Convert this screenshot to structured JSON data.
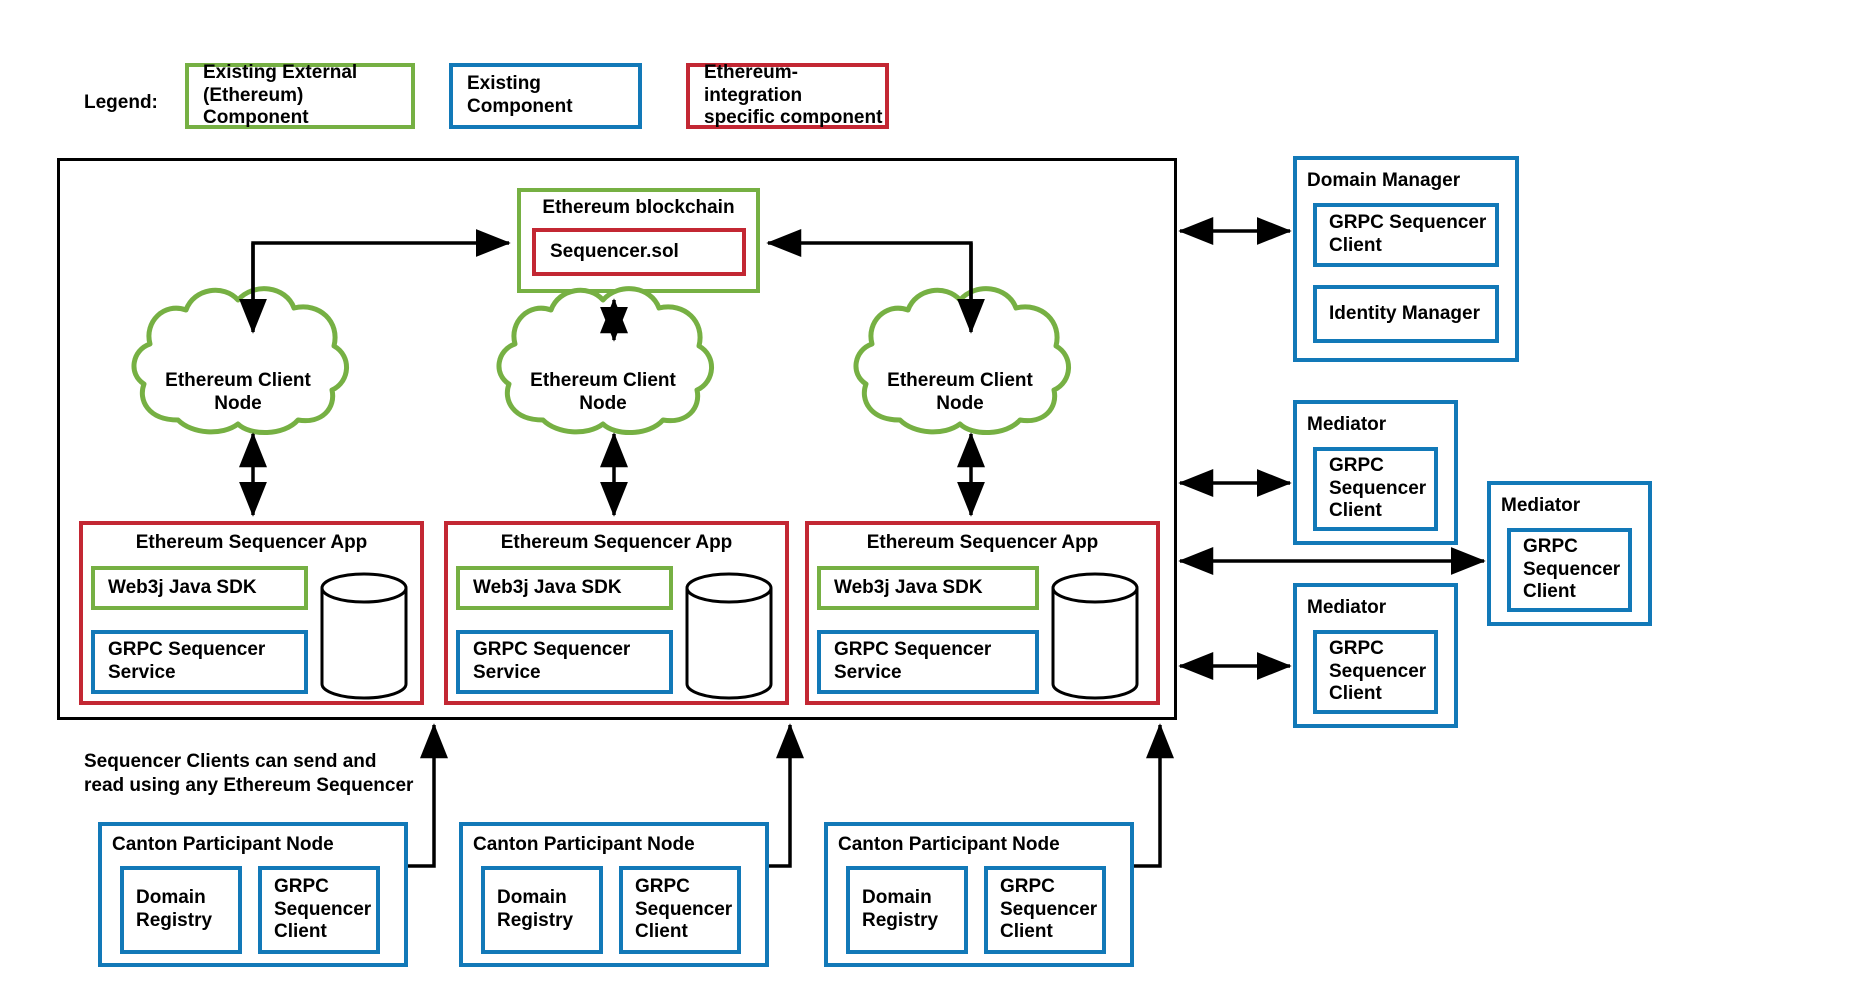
{
  "legend": {
    "label": "Legend:",
    "items": [
      {
        "text": "Existing External\n(Ethereum) Component",
        "color": "#76b043",
        "name": "legend-existing-external"
      },
      {
        "text": "Existing Component",
        "color": "#1279b8",
        "name": "legend-existing-component"
      },
      {
        "text": "Ethereum-integration\nspecific component",
        "color": "#c32733",
        "name": "legend-ethereum-specific"
      }
    ]
  },
  "blockchain": {
    "title": "Ethereum blockchain",
    "contract": "Sequencer.sol"
  },
  "clouds": [
    {
      "label": "Ethereum Client\nNode"
    },
    {
      "label": "Ethereum Client\nNode"
    },
    {
      "label": "Ethereum Client\nNode"
    }
  ],
  "sequencer_apps": [
    {
      "title": "Ethereum Sequencer App",
      "sdk": "Web3j Java SDK",
      "service": "GRPC Sequencer\nService",
      "db": "database-cylinder"
    },
    {
      "title": "Ethereum Sequencer App",
      "sdk": "Web3j Java SDK",
      "service": "GRPC Sequencer\nService",
      "db": "database-cylinder"
    },
    {
      "title": "Ethereum Sequencer App",
      "sdk": "Web3j Java SDK",
      "service": "GRPC Sequencer\nService",
      "db": "database-cylinder"
    }
  ],
  "domain_manager": {
    "title": "Domain Manager",
    "grpc_client": "GRPC Sequencer\nClient",
    "identity_manager": "Identity Manager"
  },
  "mediators": [
    {
      "title": "Mediator",
      "grpc_client": "GRPC\nSequencer\nClient"
    },
    {
      "title": "Mediator",
      "grpc_client": "GRPC\nSequencer\nClient"
    },
    {
      "title": "Mediator",
      "grpc_client": "GRPC\nSequencer\nClient"
    }
  ],
  "caption": "Sequencer Clients can send and\nread using any Ethereum Sequencer",
  "participants": [
    {
      "title": "Canton Participant Node",
      "registry": "Domain\nRegistry",
      "grpc_client": "GRPC\nSequencer\nClient"
    },
    {
      "title": "Canton Participant Node",
      "registry": "Domain\nRegistry",
      "grpc_client": "GRPC\nSequencer\nClient"
    },
    {
      "title": "Canton Participant Node",
      "registry": "Domain\nRegistry",
      "grpc_client": "GRPC\nSequencer\nClient"
    }
  ],
  "colors": {
    "green": "#76b043",
    "blue": "#1279b8",
    "red": "#c32733",
    "black": "#000000"
  }
}
